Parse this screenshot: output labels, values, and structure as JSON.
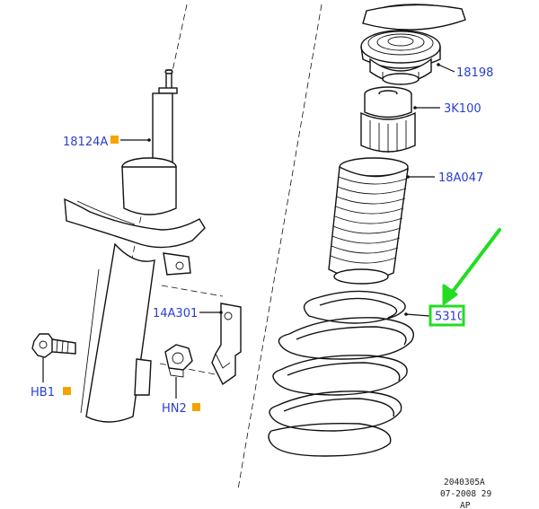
{
  "callouts": {
    "top_mount": "18198",
    "bump_stop": "3K100",
    "dust_boot": "18A047",
    "strut": "18124A",
    "bracket": "14A301",
    "bolt": "HB1",
    "nut": "HN2",
    "spring": "5310"
  },
  "reference": {
    "drawing_id": "2040305A",
    "date_line": "07-2008 29",
    "suffix": "AP"
  },
  "colors": {
    "callout_text": "#2a3fd0",
    "orange_marker": "#f5a300",
    "highlight": "#22dd22"
  }
}
